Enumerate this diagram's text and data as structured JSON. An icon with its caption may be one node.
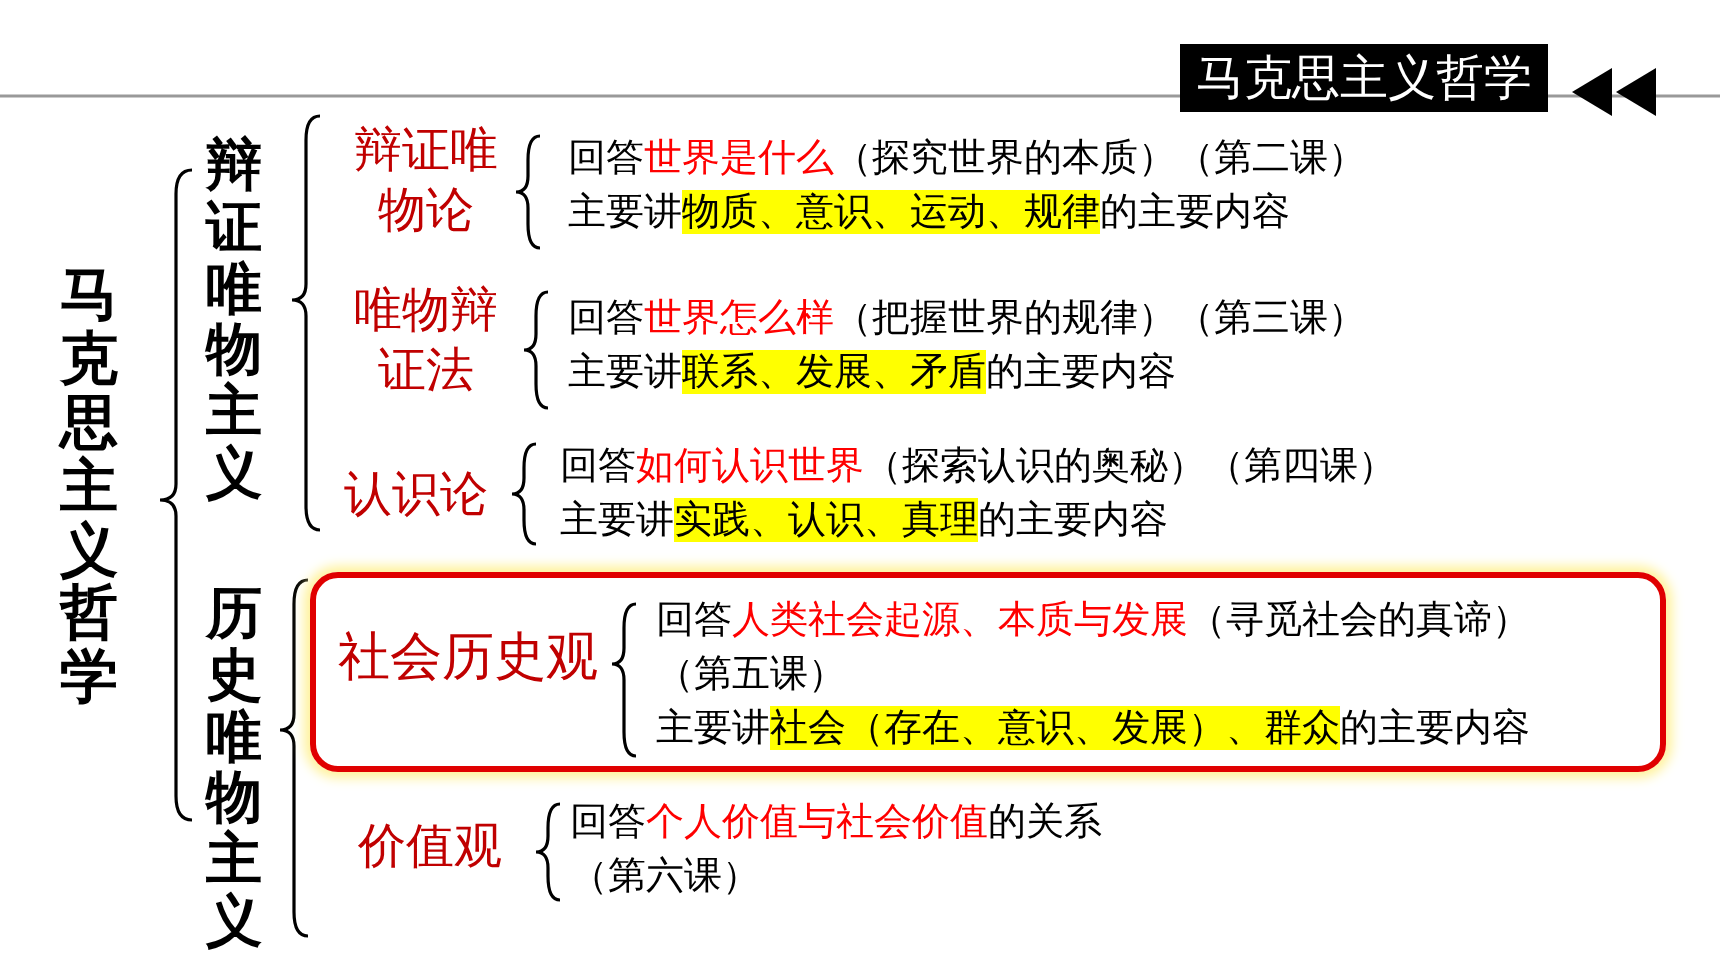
{
  "diagram": {
    "title": "马克思主义哲学",
    "nodes": [
      {
        "text": [
          "马克思主义哲学"
        ]
      },
      {
        "text": [
          "辩证唯物主义"
        ]
      },
      {
        "text": [
          "历史唯物主义"
        ]
      },
      {
        "text": [
          "辩证唯物论"
        ]
      },
      {
        "text": [
          "回答**世界是什么**（探究世界的本质）（第二课）",
          "主要讲**物质、意识、运动、规律**的主要内容"
        ]
      },
      {
        "text": [
          "唯物辩证法"
        ]
      },
      {
        "text": [
          "回答**世界怎么样**（把握世界的规律）（第三课）",
          "主要讲**联系、发展、矛盾**的主要内容"
        ]
      },
      {
        "text": [
          "认识论"
        ]
      },
      {
        "text": [
          "回答**如何认识世界**（探索认识的奥秘）（第四课）",
          "主要讲**实践、认识、真理**的主要内容"
        ]
      },
      {
        "text": [],
        "shape": "box"
      },
      {
        "text": [
          "社会历史观"
        ],
        "in": 9
      },
      {
        "text": [
          "回答**人类社会起源、本质与发展**（寻觅社会的真谛）（第五课）",
          "主要讲**社会（存在、意识、发展）、群众**的主要内容"
        ],
        "in": 9
      },
      {
        "text": [
          "价值观"
        ]
      },
      {
        "text": [
          "回答**个人价值与社会价值**的关系（第六课）"
        ]
      }
    ]
  }
}
